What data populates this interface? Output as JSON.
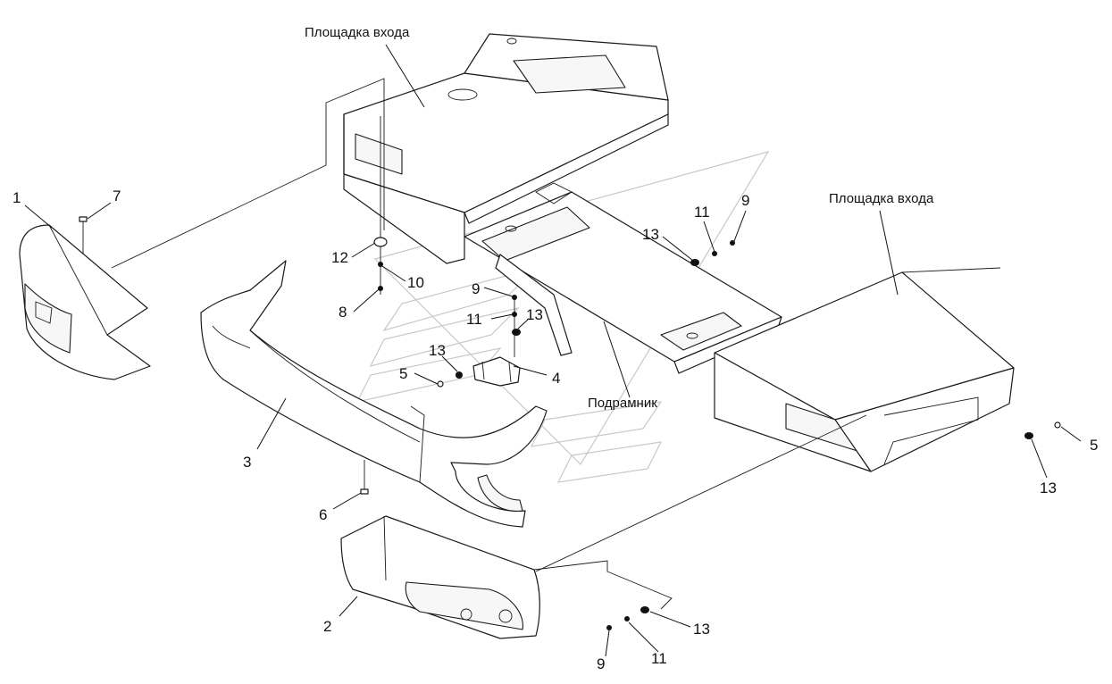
{
  "titles": {
    "platform_left": "Площадка входа",
    "platform_right": "Площадка входа",
    "subframe": "Подрамник"
  },
  "callouts": {
    "c1": "1",
    "c2": "2",
    "c3": "3",
    "c4": "4",
    "c5a": "5",
    "c5b": "5",
    "c6": "6",
    "c7": "7",
    "c8": "8",
    "c9a": "9",
    "c9b": "9",
    "c9c": "9",
    "c10": "10",
    "c11a": "11",
    "c11b": "11",
    "c11c": "11",
    "c12": "12",
    "c13a": "13",
    "c13b": "13",
    "c13c": "13",
    "c13d": "13",
    "c13e": "13"
  }
}
